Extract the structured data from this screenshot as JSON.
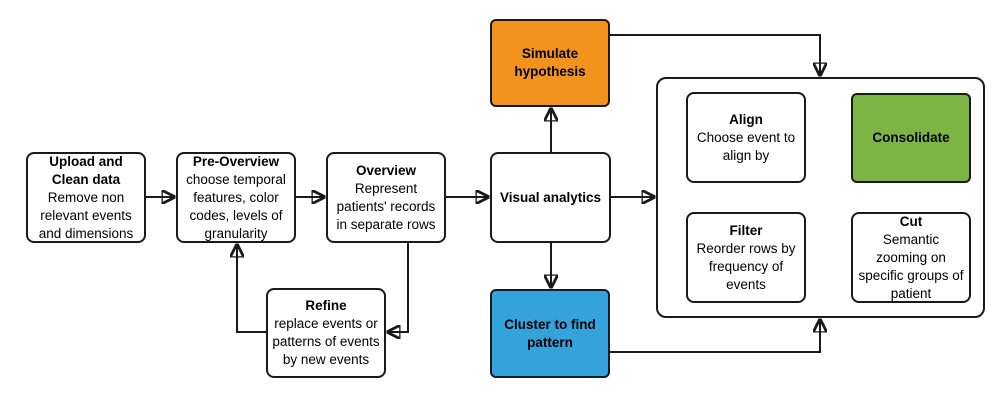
{
  "diagram": {
    "nodes": {
      "upload": {
        "title": "Upload and Clean data",
        "desc": "Remove non relevant events and dimensions"
      },
      "pre_overview": {
        "title": "Pre-Overview",
        "desc": "choose temporal features, color codes, levels of granularity"
      },
      "overview": {
        "title": "Overview",
        "desc": "Represent patients' records in separate rows"
      },
      "refine": {
        "title": "Refine",
        "desc": "replace events or patterns of events by new events"
      },
      "visual_analytics": {
        "title": "Visual analytics",
        "desc": ""
      },
      "simulate_hypothesis": {
        "title": "Simulate hypothesis",
        "desc": ""
      },
      "cluster": {
        "title": "Cluster to find pattern",
        "desc": ""
      },
      "align": {
        "title": "Align",
        "desc": "Choose event to align by"
      },
      "consolidate": {
        "title": "Consolidate",
        "desc": ""
      },
      "filter": {
        "title": "Filter",
        "desc": "Reorder rows by frequency of events"
      },
      "cut": {
        "title": "Cut",
        "desc": "Semantic zooming on specific groups of patient"
      }
    },
    "colors": {
      "simulate_fill": "#F2931E",
      "cluster_fill": "#34A2DB",
      "consolidate_fill": "#7CB544",
      "node_fill": "#FFFFFF",
      "stroke": "#1A1A1A",
      "text": "#000000"
    }
  }
}
